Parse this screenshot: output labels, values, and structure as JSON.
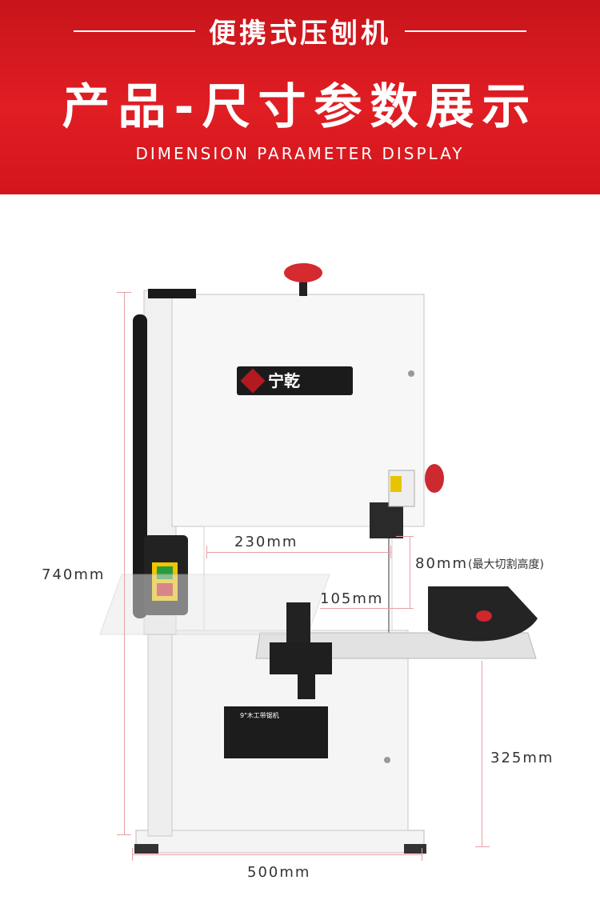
{
  "header": {
    "subtitle": "便携式压刨机",
    "title": "产品-尺寸参数展示",
    "english": "DIMENSION PARAMETER DISPLAY",
    "brand_color": "#d91a20"
  },
  "product": {
    "brand_logo_text": "宁乾",
    "nameplate_title": "9\"木工带锯机"
  },
  "dimensions": {
    "height_total": "740mm",
    "throat_width": "230mm",
    "cut_height": "80mm",
    "cut_height_note": "(最大切割高度)",
    "table_depth": "105mm",
    "table_height": "325mm",
    "base_width": "500mm"
  }
}
